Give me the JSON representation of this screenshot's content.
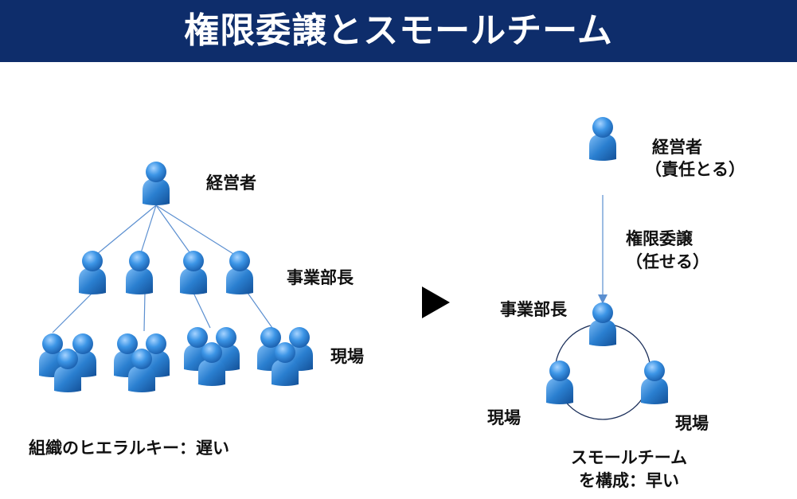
{
  "title": "権限委譲とスモールチーム",
  "left": {
    "exec": "経営者",
    "heads": "事業部長",
    "field": "現場",
    "caption": "組織のヒエラルキー：遅い"
  },
  "right": {
    "exec": "経営者",
    "exec_note": "（責任とる）",
    "delegate": "権限委譲",
    "delegate_note": "（任せる）",
    "head": "事業部長",
    "field_left": "現場",
    "field_right": "現場",
    "caption_line1": "スモールチーム",
    "caption_line2": "を構成：早い"
  },
  "colors": {
    "header_bg": "#0e2d6b",
    "person": "#2a7fd0",
    "line": "#5b8fd0",
    "arrow": "#000000"
  },
  "icons": [
    "person-icon",
    "group-icon",
    "arrow-right-icon"
  ]
}
